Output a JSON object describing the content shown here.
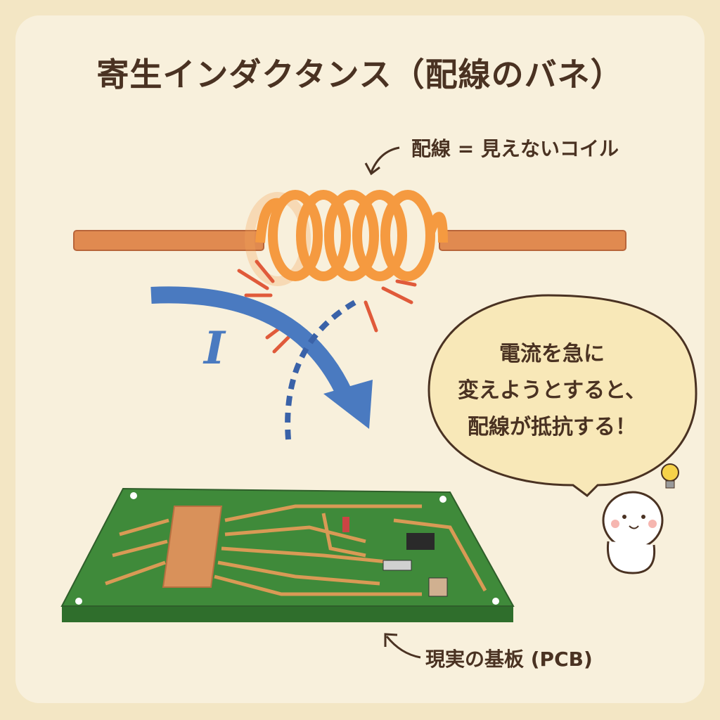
{
  "title": "寄生インダクタンス（配線のバネ）",
  "coil_label": "配線 = 見えないコイル",
  "current_symbol": "I",
  "bubble": {
    "line1": "電流を急に",
    "line2": "変えようとすると、",
    "line3": "配線が抵抗する！"
  },
  "pcb_label": "現実の基板 (PCB)",
  "colors": {
    "wire": "#e08a50",
    "coil": "#f59a40",
    "arrow": "#4a7ac0",
    "pcb": "#3f8a3a",
    "trace": "#d99a55",
    "text": "#4a3222",
    "background": "#f8f0dc"
  }
}
